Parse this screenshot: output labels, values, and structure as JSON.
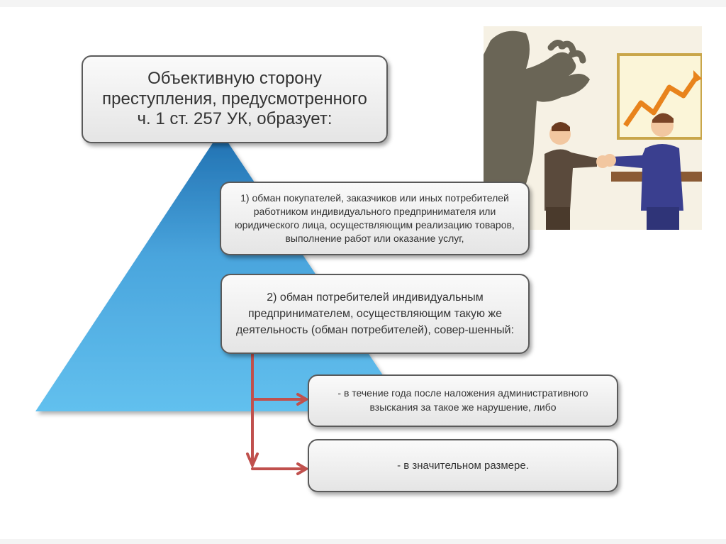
{
  "title_box": {
    "text": "Объективную сторону преступления, предусмотренного ч. 1 ст. 257 УК, образует:"
  },
  "items": [
    "1)     обман покупателей, заказчиков или иных потребителей работником индивидуального предпринимателя или юридического лица, осуществляющим реализацию товаров, выполнение работ или оказание услуг,",
    "2)     обман потребителей индивидуальным предпринимателем, осуществляющим такую же деятельность (обман потребителей), совер-шенный:"
  ],
  "sub_items": [
    "-   в течение года после наложения административного взыскания за такое же нарушение, либо",
    "-    в значительном размере."
  ],
  "colors": {
    "triangle_top": "#1f6fb0",
    "triangle_mid": "#5fb7e8",
    "arrow": "#c0504d",
    "box_border": "#5a5a5a"
  },
  "illustration": {
    "description_icon": "handshake-cartoon-illustration"
  }
}
